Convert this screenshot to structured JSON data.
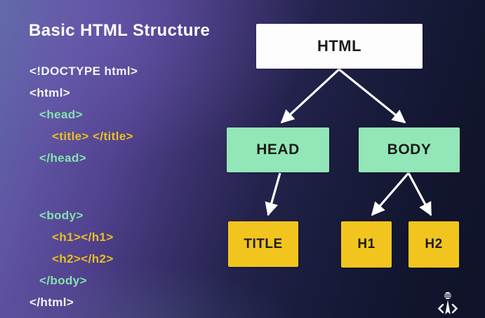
{
  "slide": {
    "title": "Basic HTML Structure"
  },
  "code": {
    "lines": [
      {
        "text": "<!DOCTYPE html>",
        "color": "#f3f4f8"
      },
      {
        "text": "<html>",
        "color": "#f3f4f8"
      },
      {
        "text": "<head>",
        "color": "#85e2ad"
      },
      {
        "text": "<title> </title>",
        "color": "#eabf20"
      },
      {
        "text": "</head>",
        "color": "#85e2ad"
      },
      {
        "text": "<body>",
        "color": "#85e2ad"
      },
      {
        "text": "<h1></h1>",
        "color": "#eabf20"
      },
      {
        "text": "<h2></h2>",
        "color": "#eabf20"
      },
      {
        "text": "</body>",
        "color": "#85e2ad"
      },
      {
        "text": "</html>",
        "color": "#f3f4f8"
      }
    ]
  },
  "diagram": {
    "type": "tree",
    "nodes": [
      {
        "id": "html",
        "label": "HTML",
        "color": "#ffffff"
      },
      {
        "id": "head",
        "label": "HEAD",
        "color": "#93e6b7"
      },
      {
        "id": "body",
        "label": "BODY",
        "color": "#93e6b7"
      },
      {
        "id": "title",
        "label": "TITLE",
        "color": "#f2c51e"
      },
      {
        "id": "h1",
        "label": "H1",
        "color": "#f2c51e"
      },
      {
        "id": "h2",
        "label": "H2",
        "color": "#f2c51e"
      }
    ],
    "edges": [
      {
        "from": "HTML",
        "to": "HEAD"
      },
      {
        "from": "HTML",
        "to": "BODY"
      },
      {
        "from": "HEAD",
        "to": "TITLE"
      },
      {
        "from": "BODY",
        "to": "H1"
      },
      {
        "from": "BODY",
        "to": "H2"
      }
    ]
  },
  "colors": {
    "background_top_left": "#5e6ca7",
    "background_purple": "#52428f",
    "background_dark": "#0f1228",
    "arrow": "#ffffff",
    "node_text": "#1c1c1c"
  },
  "footer": {
    "logo_icon": "developer-logo-icon"
  }
}
